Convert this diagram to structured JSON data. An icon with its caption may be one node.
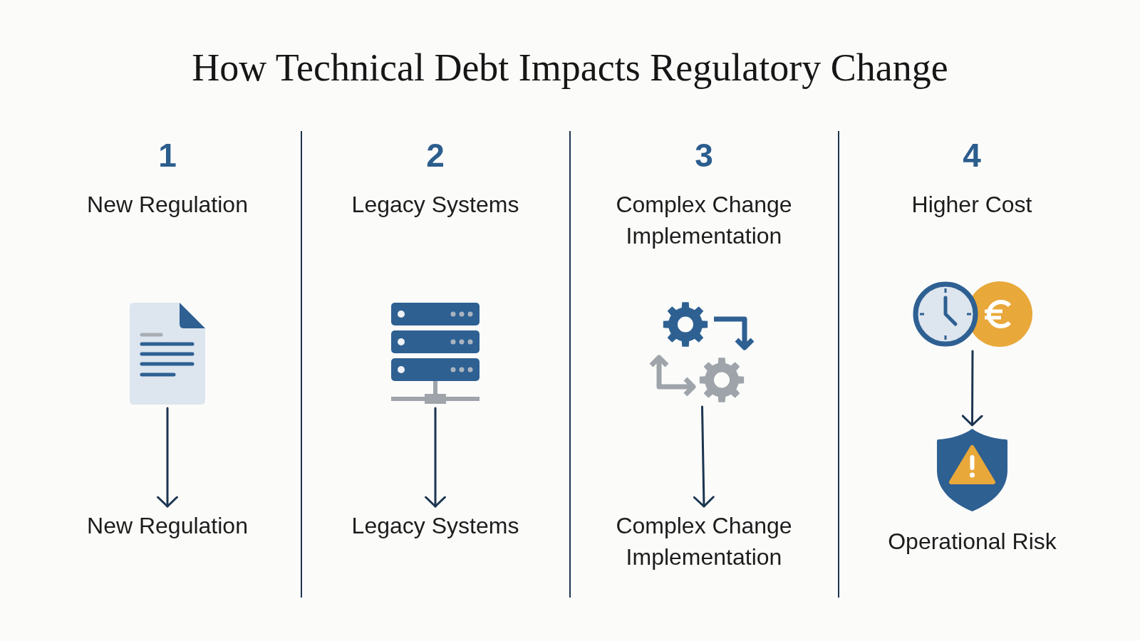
{
  "diagram": {
    "title": "How Technical Debt Impacts Regulatory Change",
    "nodes": [
      {
        "text": [],
        "shape": "picture"
      },
      {
        "text": [
          "New Regulation"
        ]
      },
      {
        "text": [],
        "shape": "picture"
      },
      {
        "text": [
          "Legacy Systems"
        ]
      },
      {
        "text": [],
        "shape": "picture"
      },
      {
        "text": [
          "Complex Change Implementation"
        ]
      },
      {
        "text": [],
        "shape": "picture"
      },
      {
        "text": [],
        "shape": "picture",
        "beside": [
          "Operational Risk"
        ]
      }
    ],
    "edges": [
      {
        "from": 0,
        "to": 1,
        "arrow": "to"
      },
      {
        "from": 2,
        "to": 3,
        "arrow": "to"
      },
      {
        "from": 4,
        "to": 5,
        "arrow": "to"
      },
      {
        "from": 6,
        "to": 7,
        "arrow": "to"
      }
    ],
    "labels": [
      "1",
      "New Regulation",
      "2",
      "Legacy Systems",
      "3",
      "Complex Change Implementation",
      "4",
      "Higher Cost"
    ]
  }
}
